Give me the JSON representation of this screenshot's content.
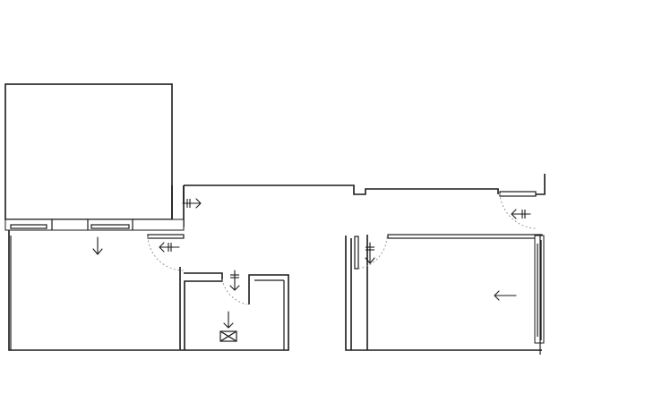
{
  "drawing": {
    "type": "floor-plan",
    "colors": {
      "background": "#ffffff",
      "line": "#1a1a1a",
      "swing": "#9a9a9a"
    },
    "elements": [
      {
        "name": "large-room-block",
        "kind": "room"
      },
      {
        "name": "left-lower-room",
        "kind": "room"
      },
      {
        "name": "central-corridor",
        "kind": "corridor"
      },
      {
        "name": "small-bathroom",
        "kind": "room"
      },
      {
        "name": "right-room",
        "kind": "room"
      },
      {
        "name": "door-left",
        "kind": "door"
      },
      {
        "name": "door-bathroom",
        "kind": "door"
      },
      {
        "name": "door-right-room",
        "kind": "door"
      },
      {
        "name": "door-right-top",
        "kind": "door"
      },
      {
        "name": "window-left",
        "kind": "window"
      },
      {
        "name": "window-right",
        "kind": "window"
      },
      {
        "name": "symbol-box",
        "kind": "fixture"
      }
    ],
    "arrow_icons": [
      "arrow-right-icon",
      "arrow-down-icon",
      "arrow-left-icon"
    ]
  }
}
